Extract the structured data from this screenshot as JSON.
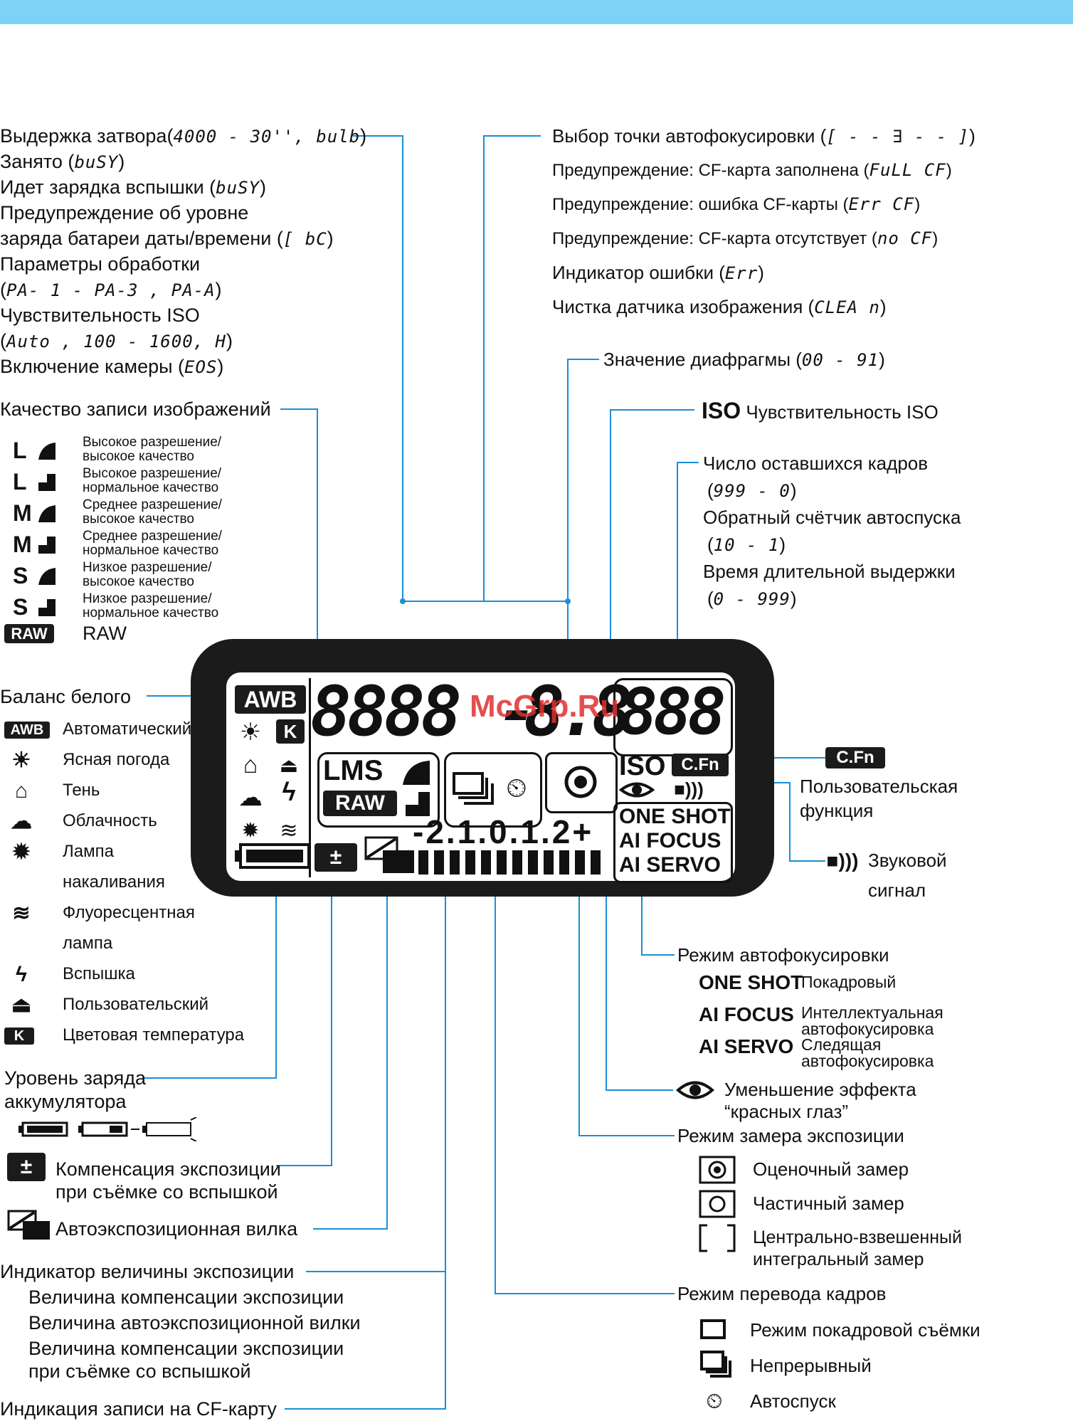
{
  "colors": {
    "band": "#7dd3f5",
    "lcd": "#1b1b1b",
    "line": "#1a8fd6",
    "watermark": "#e03030"
  },
  "left": {
    "shutter": {
      "title": "Выдержка затвора(",
      "code": "4000 - 30'', bulb",
      "close": ")"
    },
    "busy": {
      "text": "Занято (",
      "code": "buSY",
      "close": ")"
    },
    "flash_charge": {
      "text": "Идет зарядка вспышки (",
      "code": "buSY",
      "close": ")"
    },
    "battery_warn1": "Предупреждение об уровне",
    "battery_warn2": {
      "text": "заряда батареи даты/времени (",
      "code": "[ bC",
      "close": ")"
    },
    "processing": "Параметры обработки",
    "processing_codes": {
      "open": "(",
      "code": "PA- 1 - PA-3 , PA-A",
      "close": ")"
    },
    "iso": "Чувствительность ISO",
    "iso_codes": {
      "open": "(",
      "code": "Auto , 100 - 1600, H",
      "close": ")"
    },
    "power": {
      "text": "Включение камеры (",
      "code": "EOS",
      "close": ")"
    }
  },
  "quality": {
    "title": "Качество записи изображений",
    "items": [
      {
        "icon": "L-fine",
        "text": "Высокое разрешение/\nвысокое качество"
      },
      {
        "icon": "L-normal",
        "text": "Высокое разрешение/\nнормальное качество"
      },
      {
        "icon": "M-fine",
        "text": "Среднее разрешение/\nвысокое качество"
      },
      {
        "icon": "M-normal",
        "text": "Среднее разрешение/\nнормальное качество"
      },
      {
        "icon": "S-fine",
        "text": "Низкое разрешение/\nвысокое качество"
      },
      {
        "icon": "S-normal",
        "text": "Низкое разрешение/\nнормальное качество"
      }
    ],
    "raw_icon": "RAW",
    "raw_text": "RAW"
  },
  "wb": {
    "title": "Баланс белого",
    "items": [
      {
        "icon": "awb-icon",
        "glyph": "AWB",
        "text": "Автоматический"
      },
      {
        "icon": "sun-icon",
        "glyph": "☀",
        "text": "Ясная погода"
      },
      {
        "icon": "shade-icon",
        "glyph": "⌂",
        "text": "Тень"
      },
      {
        "icon": "cloud-icon",
        "glyph": "☁",
        "text": "Облачность"
      },
      {
        "icon": "tungsten-icon",
        "glyph": "✹",
        "text": "Лампа"
      },
      {
        "icon": "none",
        "glyph": "",
        "text": "накаливания"
      },
      {
        "icon": "fluorescent-icon",
        "glyph": "≋",
        "text": "Флуоресцентная"
      },
      {
        "icon": "none",
        "glyph": "",
        "text": "лампа"
      },
      {
        "icon": "flash-icon",
        "glyph": "ϟ",
        "text": "Вспышка"
      },
      {
        "icon": "custom-wb-icon",
        "glyph": "⏏",
        "text": "Пользовательский"
      },
      {
        "icon": "kelvin-icon",
        "glyph": "K",
        "text": "Цветовая температура"
      }
    ]
  },
  "battery": {
    "line1": "Уровень заряда",
    "line2": "аккумулятора"
  },
  "flash_comp": {
    "icon": "±",
    "line1": "Компенсация экспозиции",
    "line2": "при съёмке со вспышкой"
  },
  "aeb": {
    "text": "Автоэкспозиционная вилка"
  },
  "exposure": {
    "title": "Индикатор величины экспозиции",
    "lines": [
      "Величина компенсации экспозиции",
      "Величина автоэкспозиционной вилки",
      "Величина компенсации экспозиции",
      "при съёмке со вспышкой"
    ]
  },
  "cf_write": "Индикация записи на CF-карту",
  "right": {
    "af_point": {
      "text": "Выбор точки автофокусировки (",
      "code": "[ - - ∃ - - ]",
      "close": ")"
    },
    "cf_full": {
      "text": "Предупреждение: CF-карта заполнена (",
      "code": "FuLL  CF",
      "close": ")"
    },
    "cf_err": {
      "text": "Предупреждение: ошибка CF-карты (",
      "code": "Err  CF",
      "close": ")"
    },
    "cf_none": {
      "text": "Предупреждение: CF-карта отсутствует (",
      "code": "no  CF",
      "close": ")"
    },
    "err": {
      "text": "Индикатор ошибки (",
      "code": "Err",
      "close": ")"
    },
    "clean": {
      "text": "Чистка датчика изображения (",
      "code": "CLEA n",
      "close": ")"
    },
    "aperture": {
      "text": "Значение диафрагмы (",
      "code": "00 - 91",
      "close": ")"
    },
    "iso_label": "ISO",
    "iso_text": "Чувствительность ISO",
    "shots": "Число оставшихся кадров",
    "shots_code": {
      "open": "(",
      "code": "999 -  0",
      "close": ")"
    },
    "selftimer": "Обратный счётчик автоспуска",
    "selftimer_code": {
      "open": "(",
      "code": "10 - 1",
      "close": ")"
    },
    "bulb": "Время длительной выдержки",
    "bulb_code": {
      "open": "(",
      "code": "0 - 999",
      "close": ")"
    },
    "cfn_icon": "C.Fn",
    "cfn_line1": "Пользовательская",
    "cfn_line2": "функция",
    "beep_line1": "Звуковой",
    "beep_line2": "сигнал",
    "af_mode_title": "Режим автофокусировки",
    "af_modes": [
      {
        "code": "ONE SHOT",
        "text": "Покадровый"
      },
      {
        "code": "AI FOCUS",
        "text": "Интеллектуальная\nавтофокусировка"
      },
      {
        "code": "AI SERVO",
        "text": "Следящая\nавтофокусировка"
      }
    ],
    "redeye_line1": "Уменьшение эффекта",
    "redeye_line2": "“красных глаз”",
    "metering_title": "Режим замера экспозиции",
    "metering": [
      {
        "text": "Оценочный замер"
      },
      {
        "text": "Частичный замер"
      },
      {
        "text": "Центрально-взвешенный\nинтегральный замер"
      }
    ],
    "drive_title": "Режим перевода кадров",
    "drive": [
      {
        "text": "Режим покадровой съёмки"
      },
      {
        "text": "Непрерывный"
      },
      {
        "text": "Автоспуск"
      }
    ]
  },
  "lcd": {
    "awb": "AWB",
    "main_digits": "8888",
    "aperture_digits": "8.8",
    "count_digits": "888",
    "lms": "LMS",
    "raw": "RAW",
    "iso": "ISO",
    "cfn": "C.Fn",
    "scale": "-2.1.0.1.2+",
    "one_shot": "ONE SHOT",
    "ai_focus": "AI FOCUS",
    "ai_servo": "AI SERVO"
  },
  "watermark": "McGrp.Ru"
}
